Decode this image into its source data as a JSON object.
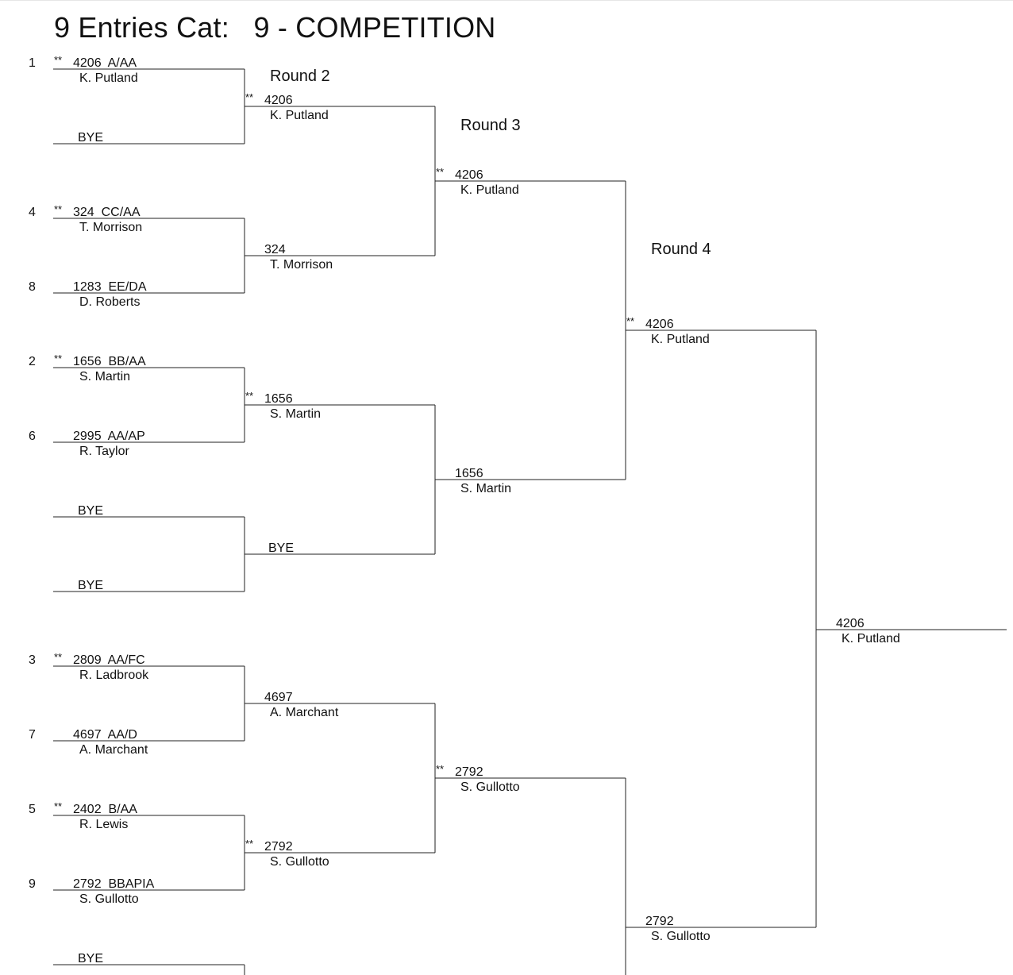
{
  "header": {
    "title": "9 Entries Cat:   9 - COMPETITION"
  },
  "rounds": {
    "round2": "Round 2",
    "round3": "Round 3",
    "round4": "Round 4"
  },
  "seeded_marker": "**",
  "round1": [
    {
      "seed": "1",
      "seeded": true,
      "id": "4206",
      "grade": "A/AA",
      "name": "K. Putland"
    },
    {
      "bye": "BYE"
    },
    {
      "seed": "4",
      "seeded": true,
      "id": "324",
      "grade": "CC/AA",
      "name": "T. Morrison"
    },
    {
      "seed": "8",
      "seeded": false,
      "id": "1283",
      "grade": "EE/DA",
      "name": "D. Roberts"
    },
    {
      "seed": "2",
      "seeded": true,
      "id": "1656",
      "grade": "BB/AA",
      "name": "S. Martin"
    },
    {
      "seed": "6",
      "seeded": false,
      "id": "2995",
      "grade": "AA/AP",
      "name": "R. Taylor"
    },
    {
      "bye": "BYE"
    },
    {
      "bye": "BYE"
    },
    {
      "seed": "3",
      "seeded": true,
      "id": "2809",
      "grade": "AA/FC",
      "name": "R. Ladbrook"
    },
    {
      "seed": "7",
      "seeded": false,
      "id": "4697",
      "grade": "AA/D",
      "name": "A. Marchant"
    },
    {
      "seed": "5",
      "seeded": true,
      "id": "2402",
      "grade": "B/AA",
      "name": "R. Lewis"
    },
    {
      "seed": "9",
      "seeded": false,
      "id": "2792",
      "grade": "BBAPIA",
      "name": "S. Gullotto"
    },
    {
      "bye": "BYE"
    }
  ],
  "round2": [
    {
      "seeded": true,
      "id": "4206",
      "name": "K. Putland"
    },
    {
      "seeded": false,
      "id": "324",
      "name": "T. Morrison"
    },
    {
      "seeded": true,
      "id": "1656",
      "name": "S. Martin"
    },
    {
      "bye": "BYE"
    },
    {
      "seeded": false,
      "id": "4697",
      "name": "A. Marchant"
    },
    {
      "seeded": true,
      "id": "2792",
      "name": "S. Gullotto"
    }
  ],
  "round3": [
    {
      "seeded": true,
      "id": "4206",
      "name": "K. Putland"
    },
    {
      "seeded": false,
      "id": "1656",
      "name": "S. Martin"
    },
    {
      "seeded": true,
      "id": "2792",
      "name": "S. Gullotto"
    }
  ],
  "round4": [
    {
      "seeded": true,
      "id": "4206",
      "name": "K. Putland"
    },
    {
      "seeded": false,
      "id": "2792",
      "name": "S. Gullotto"
    }
  ],
  "round5": [
    {
      "seeded": false,
      "id": "4206",
      "name": "K. Putland"
    }
  ]
}
